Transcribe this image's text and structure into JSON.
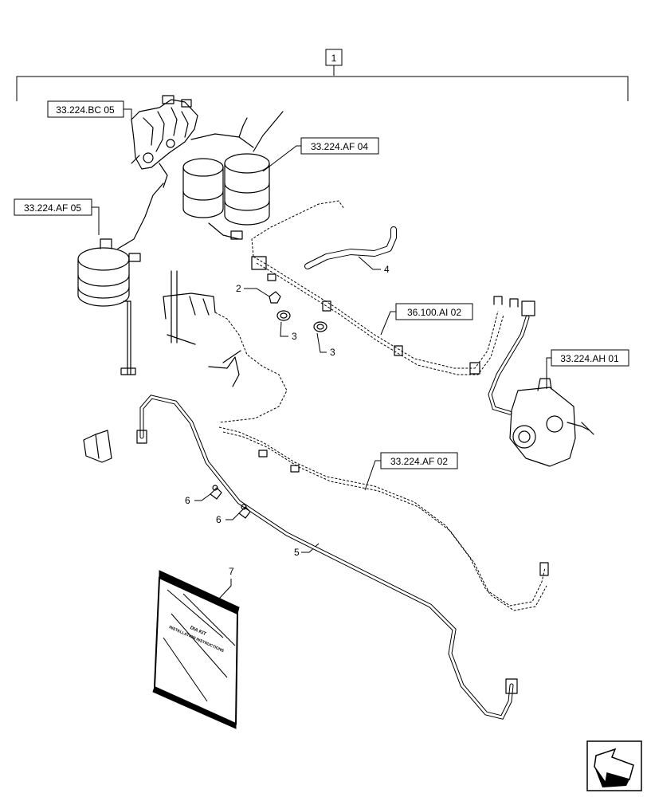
{
  "assembly_label": "1",
  "references": [
    {
      "id": "ref-bc05",
      "label": "33.224.BC 05"
    },
    {
      "id": "ref-af04",
      "label": "33.224.AF 04"
    },
    {
      "id": "ref-af05",
      "label": "33.224.AF 05"
    },
    {
      "id": "ref-ai02",
      "label": "36.100.AI 02"
    },
    {
      "id": "ref-ah01",
      "label": "33.224.AH 01"
    },
    {
      "id": "ref-af02",
      "label": "33.224.AF 02"
    }
  ],
  "item_numbers": {
    "n2": "2",
    "n3a": "3",
    "n3b": "3",
    "n4": "4",
    "n5": "5",
    "n6a": "6",
    "n6b": "6",
    "n7": "7"
  },
  "manual": {
    "line1": "DIA KIT",
    "line2": "INSTALLATION INSTRUCTIONS"
  },
  "icons": {
    "nav": "arrow-corner-icon"
  }
}
